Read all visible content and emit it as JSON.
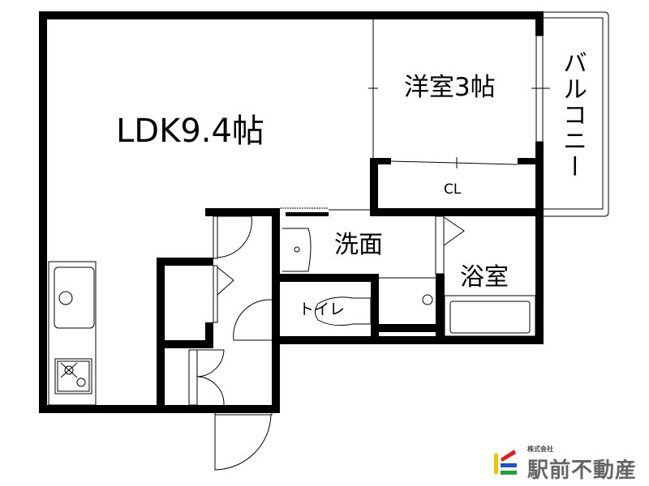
{
  "rooms": {
    "ldk": "LDK9.4帖",
    "western_room": "洋室3帖",
    "balcony": "バルコニー",
    "closet": "CL",
    "washroom": "洗面",
    "bathroom": "浴室",
    "toilet": "トイレ"
  },
  "logo": {
    "company_type": "株式会社",
    "name": "駅前不動産",
    "colors": [
      "#f2c200",
      "#e02020",
      "#2050c0",
      "#20a040"
    ]
  }
}
